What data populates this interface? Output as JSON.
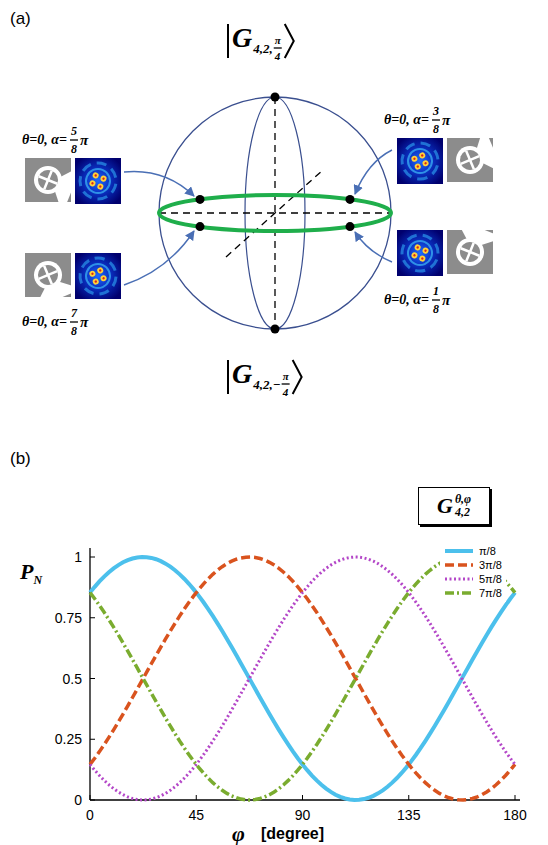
{
  "diagram": {
    "nodes": [
      {
        "text": [
          "G",
          "θ,φ",
          "4,2"
        ]
      }
    ],
    "labels": [
      "(a)",
      "G",
      "4,2,",
      "π",
      "4",
      "G",
      "4,2,−",
      "π",
      "4",
      "θ=0, α=",
      "5",
      "8",
      "π",
      "θ=0, α=",
      "7",
      "8",
      "π",
      "θ=0, α=",
      "3",
      "8",
      "π",
      "θ=0, α=",
      "1",
      "8",
      "π",
      "(b)",
      "P",
      "N",
      "1",
      "0.75",
      "0.5",
      "0.25",
      "0",
      "0",
      "45",
      "90",
      "135",
      "180",
      "φ",
      "[degree]"
    ],
    "legend": [
      {
        "text": "π/8"
      },
      {
        "text": "3π/8"
      },
      {
        "text": "5π/8"
      },
      {
        "text": "7π/8"
      }
    ]
  }
}
